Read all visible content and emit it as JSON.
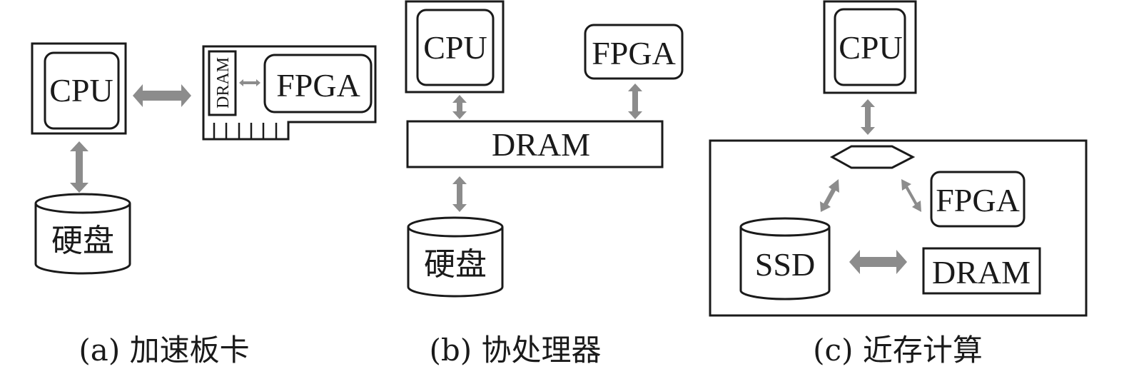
{
  "figure": {
    "panels": [
      {
        "id": "a",
        "caption": "(a) 加速板卡",
        "cpu_label": "CPU",
        "disk_label": "硬盘",
        "card": {
          "dram_label": "DRAM",
          "fpga_label": "FPGA",
          "pins": 6
        }
      },
      {
        "id": "b",
        "caption": "(b) 协处理器",
        "cpu_label": "CPU",
        "fpga_label": "FPGA",
        "dram_label": "DRAM",
        "disk_label": "硬盘"
      },
      {
        "id": "c",
        "caption": "(c) 近存计算",
        "cpu_label": "CPU",
        "hub_shape": "hexagon",
        "fpga_label": "FPGA",
        "ssd_label": "SSD",
        "dram_label": "DRAM"
      }
    ],
    "colors": {
      "stroke": "#1a1a1a",
      "arrow": "#8c8c8c",
      "background": "#ffffff"
    }
  }
}
